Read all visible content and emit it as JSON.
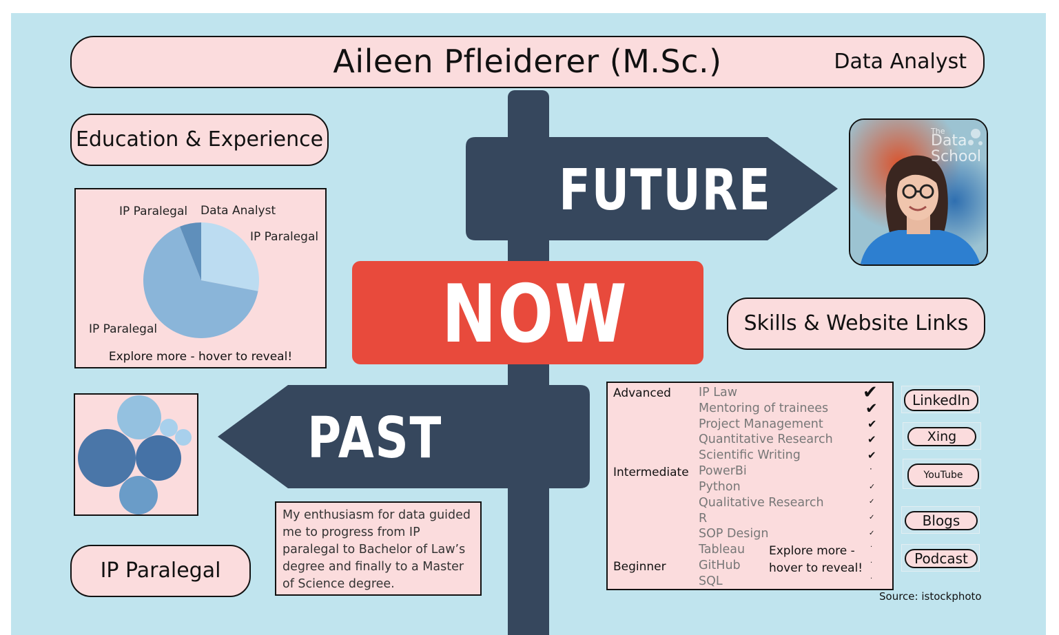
{
  "header": {
    "name": "Aileen Pfleiderer (M.Sc.)",
    "role": "Data Analyst"
  },
  "signs": {
    "future": "FUTURE",
    "now": "NOW",
    "past": "PAST"
  },
  "photo": {
    "watermark_line1": "The",
    "watermark_line2": "Data",
    "watermark_line3": "School"
  },
  "sections": {
    "education": "Education & Experience",
    "skills": "Skills & Website Links",
    "current": "IP Paralegal"
  },
  "pie": {
    "labels": [
      "IP Paralegal",
      "Data Analyst",
      "IP Paralegal",
      "IP Paralegal"
    ],
    "hint": "Explore more - hover to reveal!"
  },
  "chart_data": {
    "type": "pie",
    "title": "",
    "series": [
      {
        "label": "Data Analyst",
        "value": 28,
        "color": "#bcdcf1"
      },
      {
        "label": "IP Paralegal",
        "value": 66,
        "color": "#8ab5d9"
      },
      {
        "label": "IP Paralegal",
        "value": 6,
        "color": "#5f8fbb"
      }
    ]
  },
  "bubbles": {
    "colors": [
      "#4a76a8",
      "#4572a6",
      "#6a9cc8",
      "#94c1e0",
      "#a8d0ec"
    ]
  },
  "description": "My enthusiasm for data guided me to progress from IP paralegal to Bachelor of Law’s degree and finally to a Master of Science degree.",
  "skills": {
    "levels": {
      "advanced": "Advanced",
      "intermediate": "Intermediate",
      "beginner": "Beginner"
    },
    "items": [
      {
        "name": "IP Law",
        "check": "✔"
      },
      {
        "name": "Mentoring of trainees",
        "check": "✔"
      },
      {
        "name": "Project Management",
        "check": "✔"
      },
      {
        "name": "Quantitative Research",
        "check": "✔"
      },
      {
        "name": "Scientific Writing",
        "check": "✔"
      },
      {
        "name": "PowerBi",
        "check": "·"
      },
      {
        "name": "Python",
        "check": "✓"
      },
      {
        "name": "Qualitative Research",
        "check": "✓"
      },
      {
        "name": "R",
        "check": "✓"
      },
      {
        "name": "SOP Design",
        "check": "✓"
      },
      {
        "name": "Tableau",
        "check": "·"
      },
      {
        "name": "GitHub",
        "check": "·"
      },
      {
        "name": "SQL",
        "check": "·"
      }
    ],
    "hint_line1": "Explore more -",
    "hint_line2": "hover to reveal!"
  },
  "links": {
    "linkedin": "LinkedIn",
    "xing": "Xing",
    "youtube": "YouTube",
    "blogs": "Blogs",
    "podcast": "Podcast"
  },
  "source": "Source: istockphoto"
}
